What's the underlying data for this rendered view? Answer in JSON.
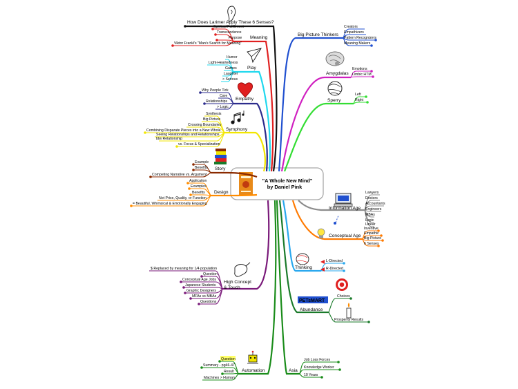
{
  "center": {
    "title_line1": "\"A Whole New Mind\"",
    "title_line2": "by Daniel Pink"
  },
  "question": "How Does Larimer Apply These 6 Senses?",
  "meaning": {
    "label": "Meaning",
    "items": [
      "Spiritual Fulfillment",
      "Transcendence",
      "Purpose",
      "Viktor Frankl's \"Man's Search for Meaning\""
    ]
  },
  "play": {
    "label": "Play",
    "items": [
      "Humor",
      "Light-Heartedness",
      "Games",
      "Laughter",
      "> Serious"
    ]
  },
  "empathy": {
    "label": "Empathy",
    "items": [
      "Why People Tick",
      "Care",
      "Relationships",
      "> Logic"
    ]
  },
  "symphony": {
    "label": "Symphony",
    "items": [
      "Synthesis",
      "Big Picture",
      "Crossing Boundaries",
      "Combining Disparate Pieces into a New Whole",
      "Seeing Relationships and Relationships",
      "btw Relationship",
      "vs. Focus & Specialization"
    ]
  },
  "story": {
    "label": "Story",
    "items": [
      "Example",
      "Benefits",
      "Competing Narrative vs. Argument"
    ]
  },
  "design": {
    "label": "Design",
    "items": [
      "Application",
      "Examples",
      "Benefits",
      "Not Price, Quality, or Function",
      "= Beautiful, Whimsical & Emotionally Engaging"
    ]
  },
  "high_concept": {
    "label_line1": "High Concept",
    "label_line2": "& Touch",
    "items": [
      "$ Replaced by meaning for 1/4 population",
      "Question",
      "Conceptual Age Jobs",
      "Japanese Students",
      "Graphic Designers",
      "MFAs vs MBAs",
      "Questions"
    ]
  },
  "automation": {
    "label": "Automation",
    "items": [
      "Question",
      "Summary - pg46-47",
      "Result",
      "Machines > Human"
    ]
  },
  "big_picture": {
    "label": "Big Picture Thinkers",
    "items": [
      "Creators",
      "Empathizers",
      "Pattern Recognizers",
      "Meaning Makers"
    ]
  },
  "amygdalas": {
    "label": "Amygdalas",
    "items": [
      "Emotions",
      "Limbic HTM"
    ]
  },
  "sperry": {
    "label": "Sperry",
    "items": [
      "Left",
      "Right"
    ]
  },
  "info_age": {
    "label": "Information Age",
    "items": [
      "Lawyers",
      "Doctors",
      "Accountants",
      "Engineers",
      "MBAs",
      "Logic",
      "Linear"
    ]
  },
  "conceptual_age": {
    "label": "Conceptual Age",
    "items": [
      "Inventive",
      "Empathic",
      "Big Picture",
      "6 Senses"
    ]
  },
  "thinking": {
    "label": "Thinking",
    "items": [
      "L-Directed",
      "R-Directed"
    ]
  },
  "abundance": {
    "label": "Abundance",
    "logo": "PETsMART",
    "items": [
      "Choices",
      "Prosperity Results"
    ]
  },
  "asia": {
    "label": "Asia",
    "items": [
      "Job Loss Forces",
      "Knowledge Worker",
      "10 Years"
    ]
  },
  "colors": {
    "black": "#111111",
    "red": "#e02020",
    "cyan": "#20d8ee",
    "navy": "#2b2b8c",
    "yellow": "#f2e600",
    "brown": "#8a2a00",
    "orange": "#ff8c00",
    "purple": "#7a1a7a",
    "green": "#1a8c1a",
    "blue": "#2050d0",
    "magenta": "#d020c0",
    "lime": "#33dd33",
    "gray": "#8c8c8c",
    "orange2": "#ff7a00",
    "sky": "#2aa8ee",
    "darkgreen": "#1a7a2a"
  }
}
